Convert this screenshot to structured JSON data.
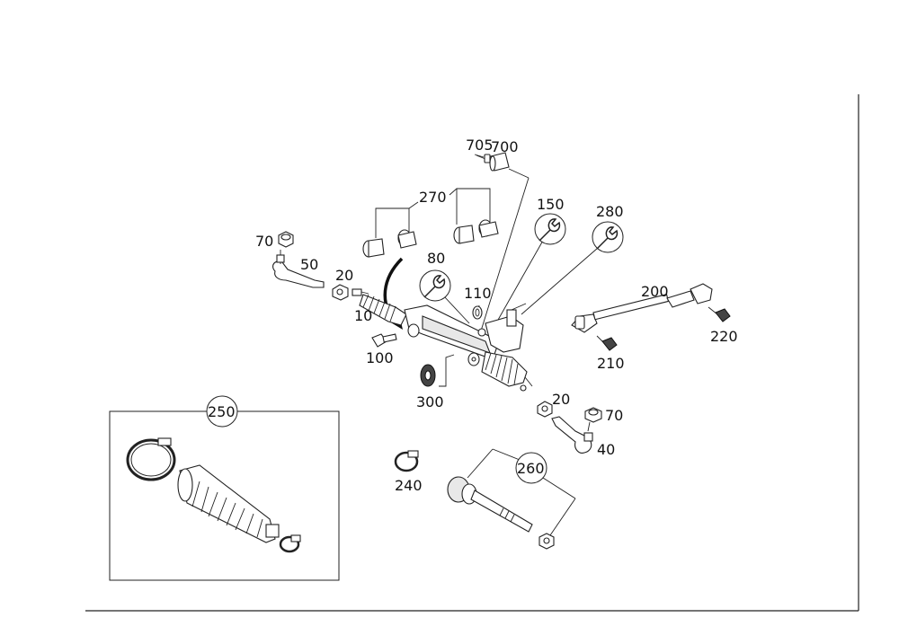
{
  "labels": {
    "p705": "705",
    "p700": "700",
    "p270": "270",
    "p150": "150",
    "p280": "280",
    "p70a": "70",
    "p50": "50",
    "p20a": "20",
    "p80": "80",
    "p110": "110",
    "p10": "10",
    "p100": "100",
    "p200": "200",
    "p220": "220",
    "p210": "210",
    "p300": "300",
    "p20b": "20",
    "p70b": "70",
    "p40": "40",
    "p250": "250",
    "p240": "240",
    "p260": "260"
  }
}
